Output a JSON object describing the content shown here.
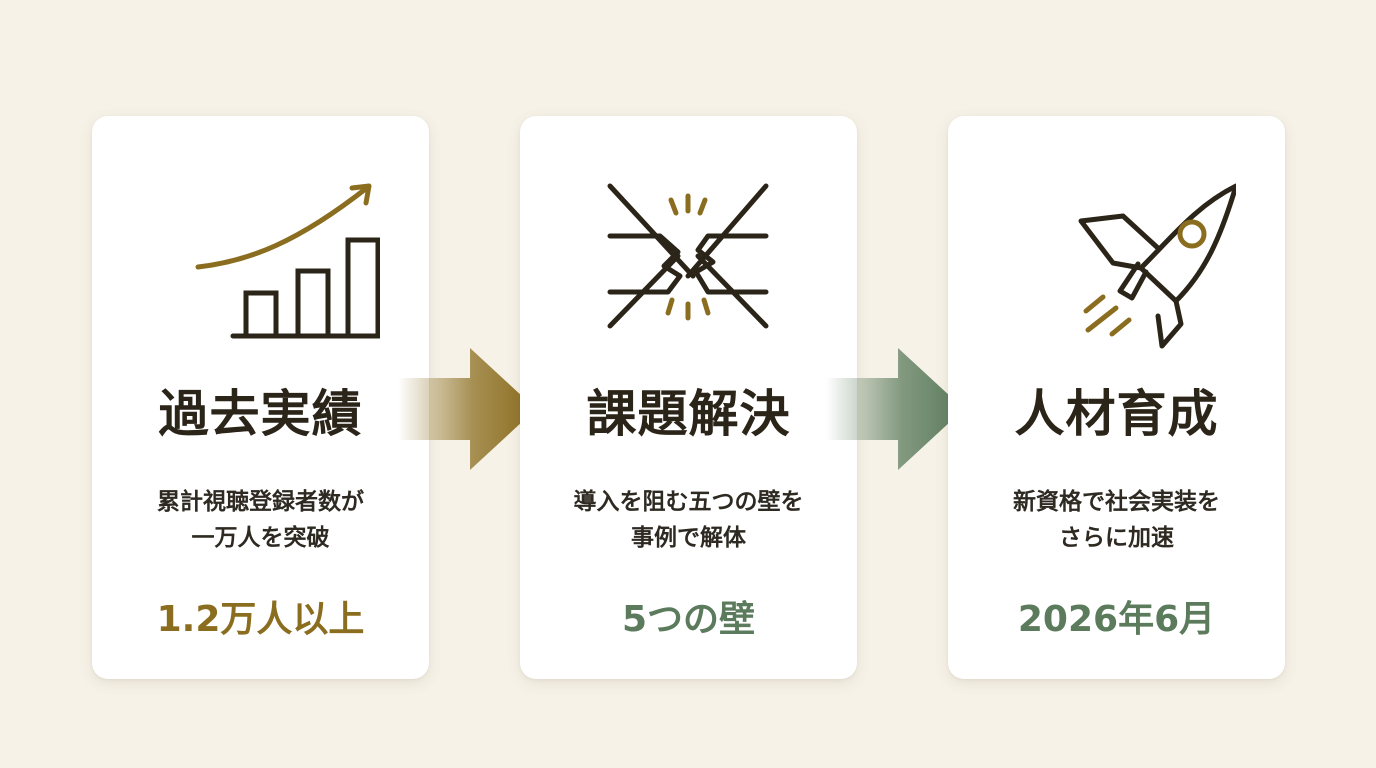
{
  "colors": {
    "background": "#f6f2e8",
    "ink": "#2b2418",
    "gold": "#8b6d1f",
    "green": "#5b7b5c"
  },
  "steps": [
    {
      "icon": "growth-chart-icon",
      "title": "過去実績",
      "description_lines": [
        "累計視聴登録者数が",
        "一万人を突破"
      ],
      "highlight": "1.2万人以上",
      "highlight_color": "#8b6d1f"
    },
    {
      "icon": "breaking-wall-icon",
      "title": "課題解決",
      "description_lines": [
        "導入を阻む五つの壁を",
        "事例で解体"
      ],
      "highlight": "5つの壁",
      "highlight_color": "#5b7b5c"
    },
    {
      "icon": "rocket-icon",
      "title": "人材育成",
      "description_lines": [
        "新資格で社会実装を",
        "さらに加速"
      ],
      "highlight": "2026年6月",
      "highlight_color": "#5b7b5c"
    }
  ],
  "connectors": [
    {
      "icon": "arrow-right-icon",
      "color": "#8b6d1f"
    },
    {
      "icon": "arrow-right-icon",
      "color": "#5b7b5c"
    }
  ]
}
